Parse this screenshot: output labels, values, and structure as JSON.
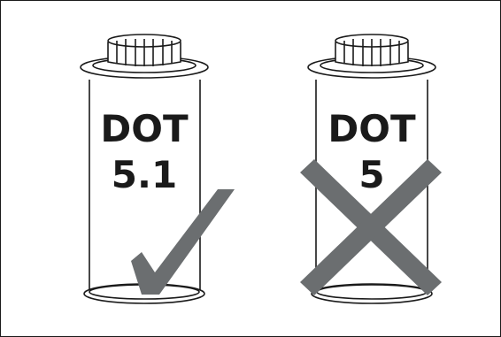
{
  "cans": [
    {
      "line1": "DOT",
      "line2": "5.1",
      "mark": "check-mark-icon"
    },
    {
      "line1": "DOT",
      "line2": "5",
      "mark": "cross-mark-icon"
    }
  ],
  "colors": {
    "outline": "#1a1a1a",
    "mark": "#6b6e70",
    "background": "#ffffff"
  }
}
